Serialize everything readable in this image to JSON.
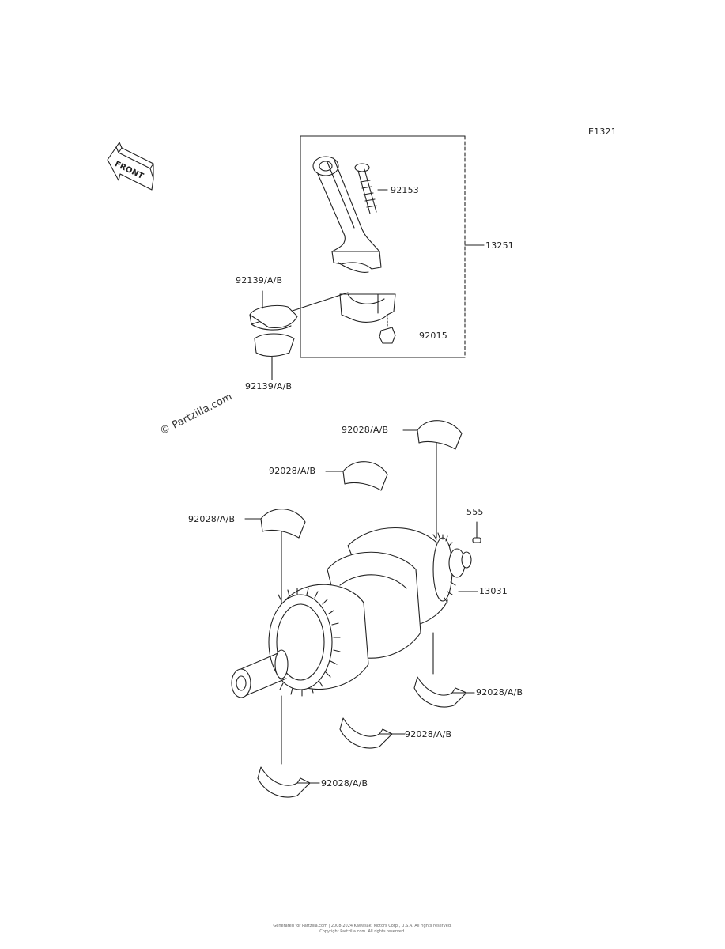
{
  "diagram_code": "E1321",
  "front_label": "FRONT",
  "watermark": "© Partzilla.com",
  "footer": {
    "line1": "Generated for Partzilla.com | 2008-2024 Kawasaki Motors Corp., U.S.A. All rights reserved.",
    "line2": "Copyright Partzilla.com. All rights reserved."
  },
  "callouts": {
    "bolt": "92153",
    "conrod_assy": "13251",
    "nut": "92015",
    "conrod_bearing_upper": "92139/A/B",
    "conrod_bearing_lower": "92139/A/B",
    "main_bearing_top_1": "92028/A/B",
    "main_bearing_top_2": "92028/A/B",
    "main_bearing_top_3": "92028/A/B",
    "pin": "555",
    "crankshaft": "13031",
    "main_bearing_bottom_1": "92028/A/B",
    "main_bearing_bottom_2": "92028/A/B",
    "main_bearing_bottom_3": "92028/A/B"
  }
}
